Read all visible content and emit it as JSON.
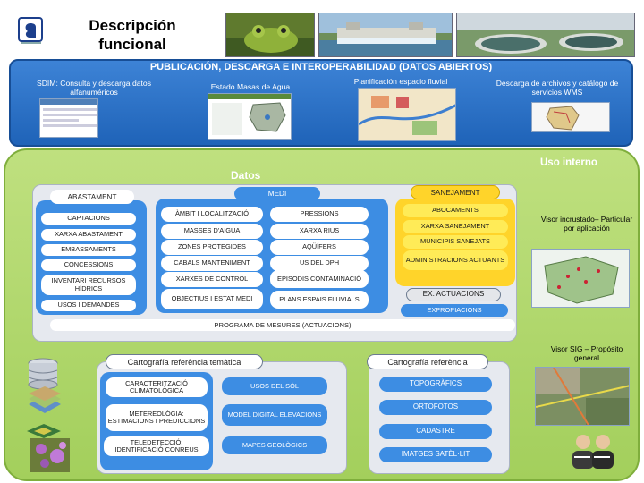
{
  "header": {
    "title": "Descripción funcional"
  },
  "publication": {
    "title": "PUBLICACIÓN, DESCARGA E INTEROPERABILIDAD (DATOS ABIERTOS)",
    "items": [
      {
        "label": "SDIM: Consulta y descarga datos alfanuméricos"
      },
      {
        "label": "Estado Masas de Agua"
      },
      {
        "label": "Planificación espacio fluvial"
      },
      {
        "label": "Descarga de archivos y catálogo de servicios WMS"
      }
    ]
  },
  "internal_use": {
    "title": "Uso interno",
    "viewer_embedded": "Visor incrustado– Particular por aplicación",
    "viewer_sig": "Visor SIG – Propósito general"
  },
  "datos": {
    "title": "Datos",
    "abastament": {
      "title": "ABASTAMENT",
      "items": [
        "CAPTACIONS",
        "XARXA ABASTAMENT",
        "EMBASSAMENTS",
        "CONCESSIONS",
        "INVENTARI RECURSOS HÍDRICS",
        "USOS I DEMANDES"
      ]
    },
    "medi": {
      "title": "MEDI",
      "items": [
        "ÀMBIT I LOCALITZACIÓ",
        "PRESSIONS",
        "MASSES D'AIGUA",
        "XARXA RIUS",
        "ZONES PROTEGIDES",
        "AQÜÍFERS",
        "CABALS MANTENIMENT",
        "US DEL DPH",
        "XARXES DE CONTROL",
        "EPISODIS CONTAMINACIÓ",
        "OBJECTIUS I ESTAT MEDI",
        "PLANS ESPAIS FLUVIALS"
      ]
    },
    "sanejament": {
      "title": "SANEJAMENT",
      "items": [
        "ABOCAMENTS",
        "XARXA SANEJAMENT",
        "MUNICIPIS SANEJATS",
        "ADMINISTRACIONS ACTUANTS"
      ]
    },
    "ex_actuacions": "EX. ACTUACIONS",
    "expropiacions": "EXPROPIACIONS",
    "programa": "PROGRAMA DE MESURES (ACTUACIONS)"
  },
  "cartografia_tematica": {
    "title": "Cartografía referència temàtica",
    "items": [
      "CARACTERITZACIÓ CLIMATOLÒGICA",
      "USOS DEL SÒL",
      "METEREOLÒGIA: ESTIMACIONS I PREDICCIONS",
      "MODEL DIGITAL ELEVACIONS",
      "TELEDETECCIÓ: IDENTIFICACIÓ CONREUS",
      "MAPES GEOLÒGICS"
    ]
  },
  "cartografia_referencia": {
    "title": "Cartografía referència",
    "items": [
      "TOPOGRÀFICS",
      "ORTOFOTOS",
      "CADASTRE",
      "IMATGES SATÈL·LIT"
    ]
  },
  "colors": {
    "publication_blue": "#2a6fc6",
    "internal_green": "#b3d86c",
    "pill_blue": "#3d8de3",
    "sanejament_yellow": "#ffd42a"
  }
}
